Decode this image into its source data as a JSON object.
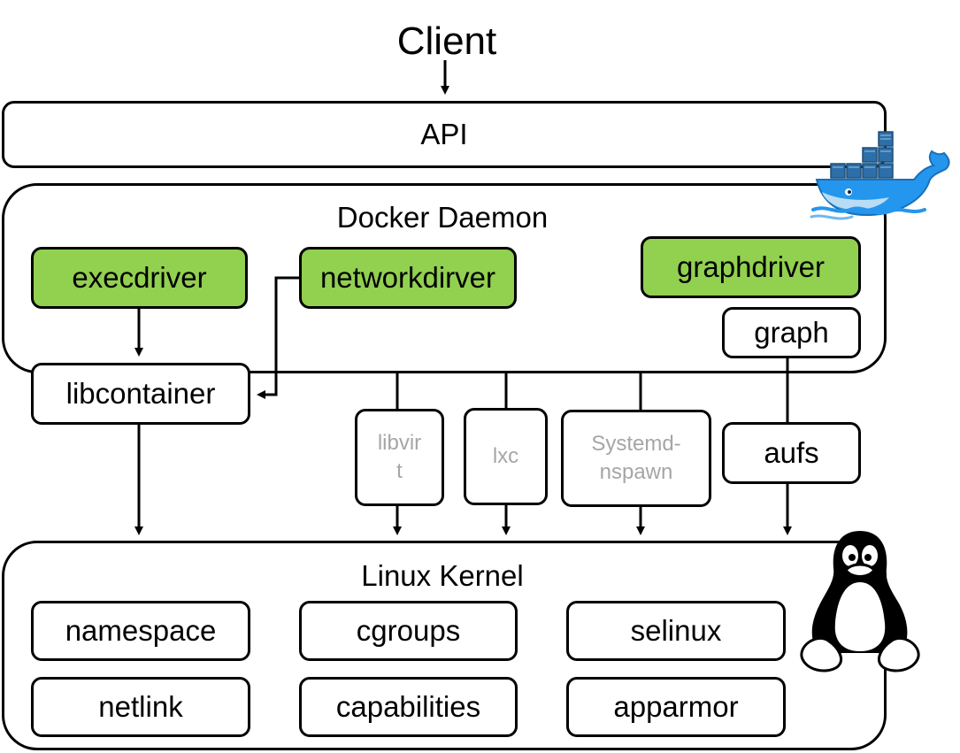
{
  "client": "Client",
  "api": "API",
  "daemon": {
    "title": "Docker Daemon",
    "execdriver": "execdriver",
    "networkdriver": "networkdirver",
    "graphdriver": "graphdriver",
    "graph": "graph",
    "libcontainer": "libcontainer"
  },
  "drivers": {
    "libvirt_line1": "libvir",
    "libvirt_line2": "t",
    "lxc": "lxc",
    "systemd_line1": "Systemd-",
    "systemd_line2": "nspawn",
    "aufs": "aufs"
  },
  "kernel": {
    "title": "Linux Kernel",
    "items": [
      "namespace",
      "cgroups",
      "selinux",
      "netlink",
      "capabilities",
      "apparmor"
    ]
  },
  "colors": {
    "driver_green": "#92d050",
    "inactive_text": "#a6a6a6",
    "docker_blue": "#2496ed"
  },
  "icons": {
    "docker": "docker-whale-icon",
    "linux": "tux-penguin-icon"
  }
}
